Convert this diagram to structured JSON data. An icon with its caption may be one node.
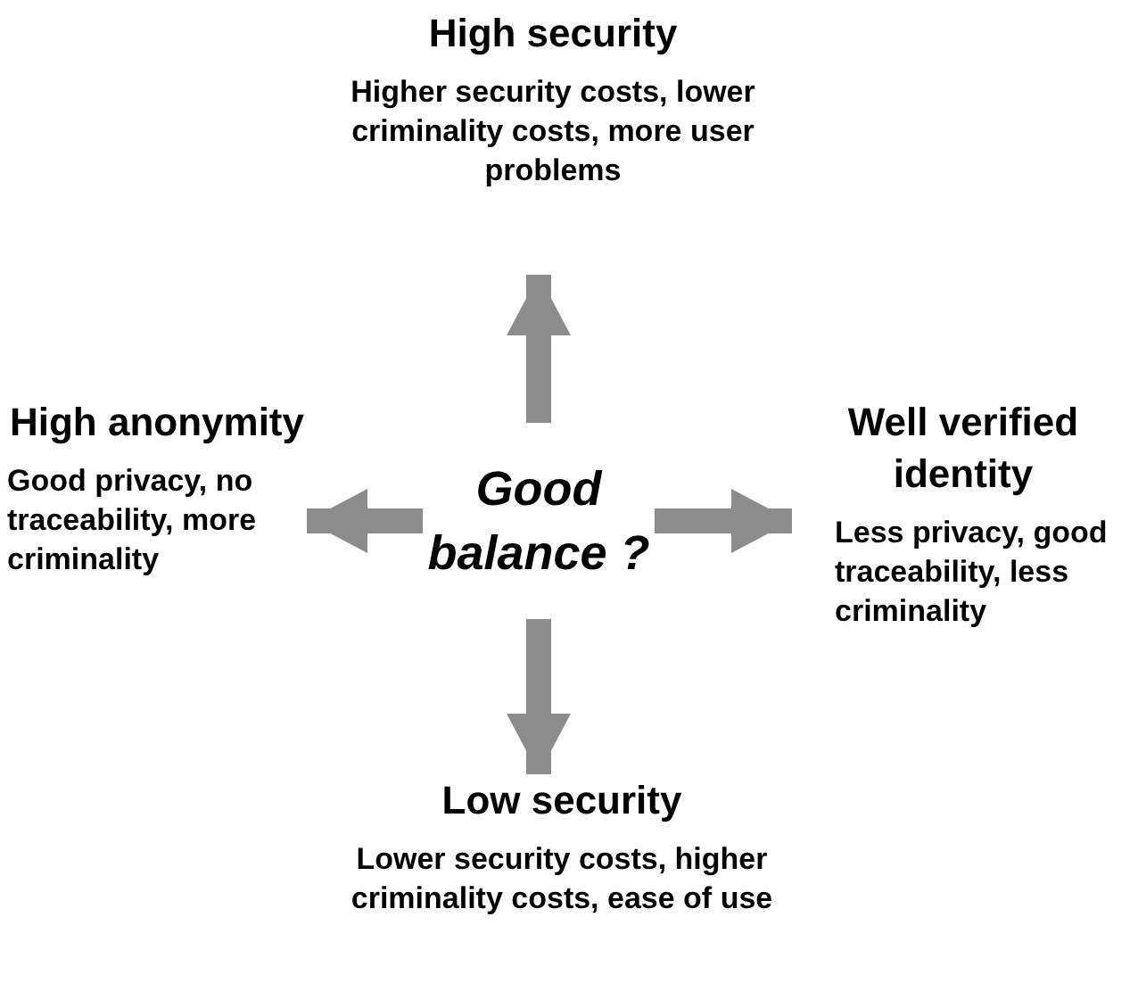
{
  "diagram": {
    "nodes": [
      {
        "text": [
          "Good balance ?"
        ]
      },
      {
        "text": [
          "High security",
          "Higher security costs, lower criminality costs, more user problems"
        ]
      },
      {
        "text": [
          "High anonymity",
          "Good privacy, no traceability, more criminality"
        ]
      },
      {
        "text": [
          "Well verified identity",
          "Less privacy, good traceability, less criminality"
        ]
      },
      {
        "text": [
          "Low security",
          "Lower security costs, higher criminality costs, ease of use"
        ]
      }
    ],
    "edges": [
      {
        "from": 0,
        "to": 1,
        "arrow": "to"
      },
      {
        "from": 0,
        "to": 2,
        "arrow": "to"
      },
      {
        "from": 0,
        "to": 3,
        "arrow": "to"
      },
      {
        "from": 0,
        "to": 4,
        "arrow": "to"
      }
    ]
  }
}
